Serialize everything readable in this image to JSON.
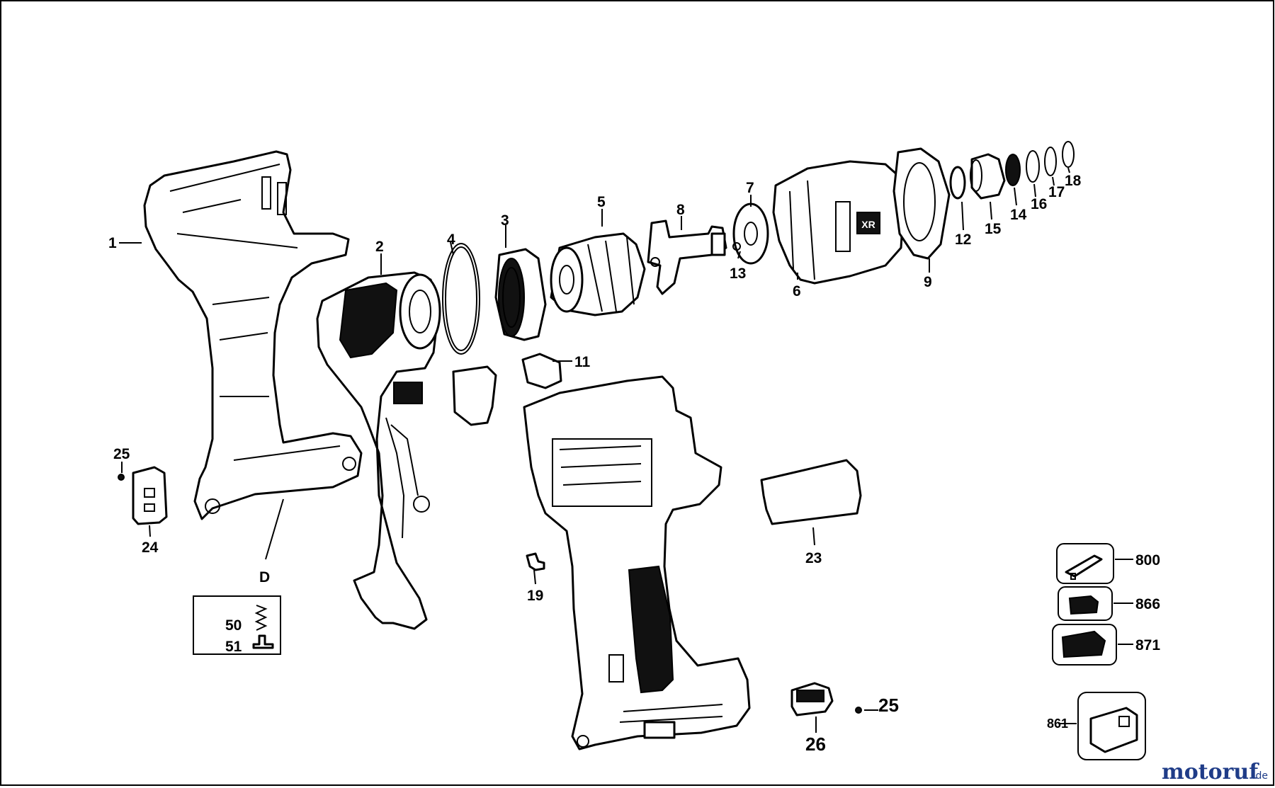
{
  "diagram": {
    "labels": {
      "p1": "1",
      "p2": "2",
      "p3": "3",
      "p4": "4",
      "p5": "5",
      "p6": "6",
      "p7": "7",
      "p8": "8",
      "p9": "9",
      "p11": "11",
      "p12": "12",
      "p13": "13",
      "p14": "14",
      "p15": "15",
      "p16": "16",
      "p17": "17",
      "p18": "18",
      "p19": "19",
      "p23": "23",
      "p24": "24",
      "p25a": "25",
      "p25b": "25",
      "p26": "26",
      "pD": "D",
      "p50": "50",
      "p51": "51",
      "p800": "800",
      "p866": "866",
      "p871": "871",
      "p861": "861"
    },
    "housing_badge": "XR"
  },
  "watermark": {
    "brand": "motoruf",
    "tld": ".de",
    "color": "#1f3c88"
  }
}
